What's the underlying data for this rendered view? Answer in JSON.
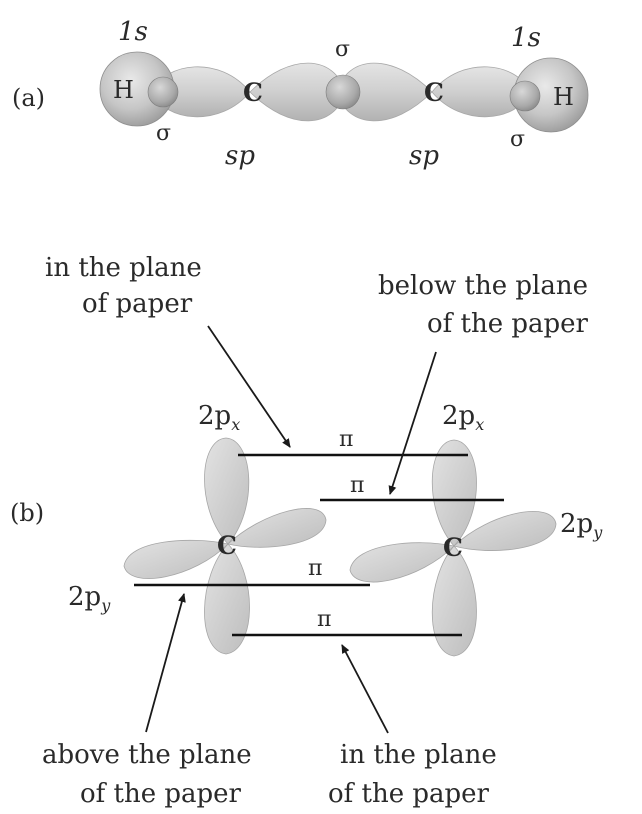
{
  "part_a": {
    "label": "(a)",
    "h_left": "H",
    "h_right": "H",
    "orbital_1s_left": "1s",
    "orbital_1s_right": "1s",
    "carbon_left": "C",
    "carbon_right": "C",
    "sigma_left": "σ",
    "sigma_middle": "σ",
    "sigma_right": "σ",
    "hybrid_left": "sp",
    "hybrid_right": "sp"
  },
  "part_b": {
    "label": "(b)",
    "carbon_left": "C",
    "carbon_right": "C",
    "orbital_left_x_base": "2p",
    "orbital_left_x_sub": "x",
    "orbital_right_x_base": "2p",
    "orbital_right_x_sub": "x",
    "orbital_left_y_base": "2p",
    "orbital_left_y_sub": "y",
    "orbital_right_y_base": "2p",
    "orbital_right_y_sub": "y",
    "pi_1": "π",
    "pi_2": "π",
    "pi_3": "π",
    "pi_4": "π",
    "annot_top_left": [
      "in the plane",
      "of paper"
    ],
    "annot_top_right": [
      "below the plane",
      "of the paper"
    ],
    "annot_bottom_left": [
      "above the plane",
      "of the paper"
    ],
    "annot_bottom_right": [
      "in the plane",
      "of the paper"
    ]
  }
}
